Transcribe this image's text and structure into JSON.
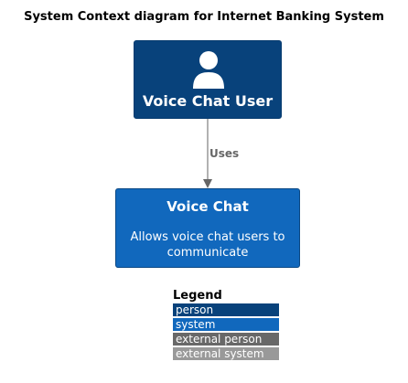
{
  "diagram": {
    "title": "System Context diagram for Internet Banking System",
    "person": {
      "name": "Voice Chat User",
      "icon": "person-icon",
      "color": "#08427b"
    },
    "relationship": {
      "label": "Uses",
      "color": "#666666"
    },
    "system": {
      "name": "Voice Chat",
      "description": "Allows voice chat users to communicate",
      "color": "#1168bd"
    }
  },
  "legend": {
    "title": "Legend",
    "items": [
      {
        "label": "person",
        "background": "#08427b",
        "text_color": "#ffffff"
      },
      {
        "label": "system",
        "background": "#1168bd",
        "text_color": "#ffffff"
      },
      {
        "label": "external person",
        "background": "#686868",
        "text_color": "#ffffff"
      },
      {
        "label": "external system",
        "background": "#999999",
        "text_color": "#ffffff"
      }
    ]
  }
}
